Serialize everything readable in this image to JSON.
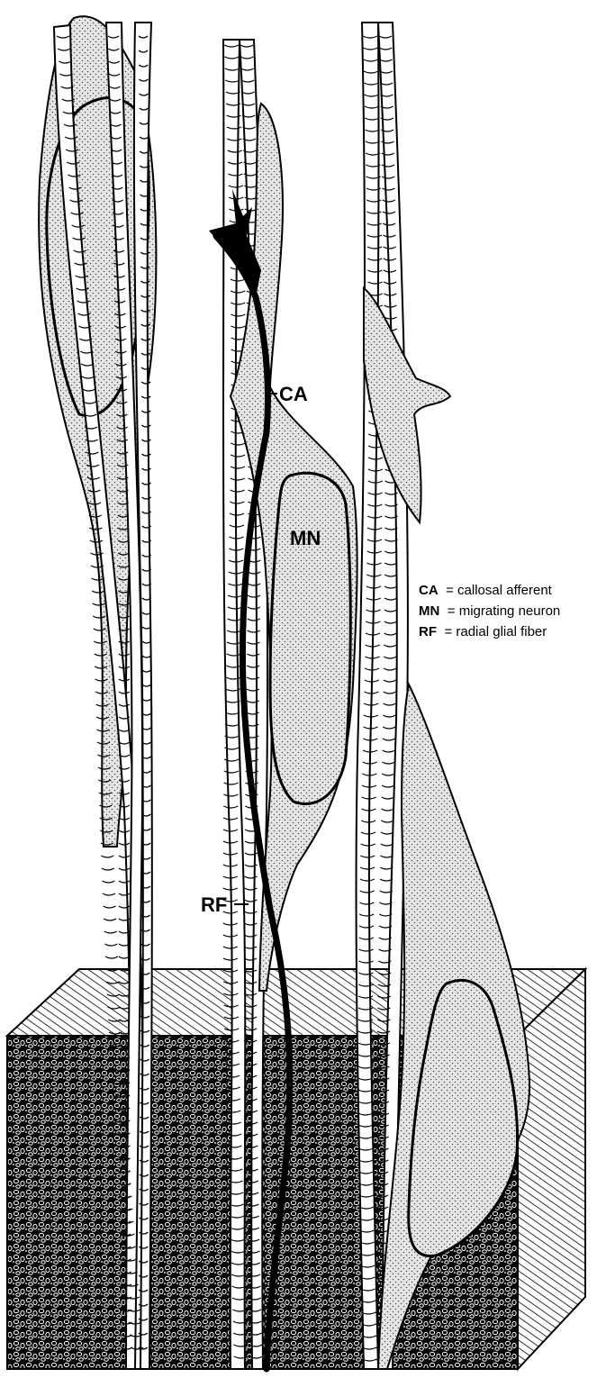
{
  "labels": {
    "ca": "CA",
    "mn": "MN",
    "rf": "RF"
  },
  "legend": [
    {
      "key": "CA",
      "text": "= callosal afferent"
    },
    {
      "key": "MN",
      "text": "= migrating neuron"
    },
    {
      "key": "RF",
      "text": "= radial glial fiber"
    }
  ],
  "colors": {
    "ink": "#000000",
    "paper": "#ffffff",
    "stipple": "#dcdcdc"
  }
}
